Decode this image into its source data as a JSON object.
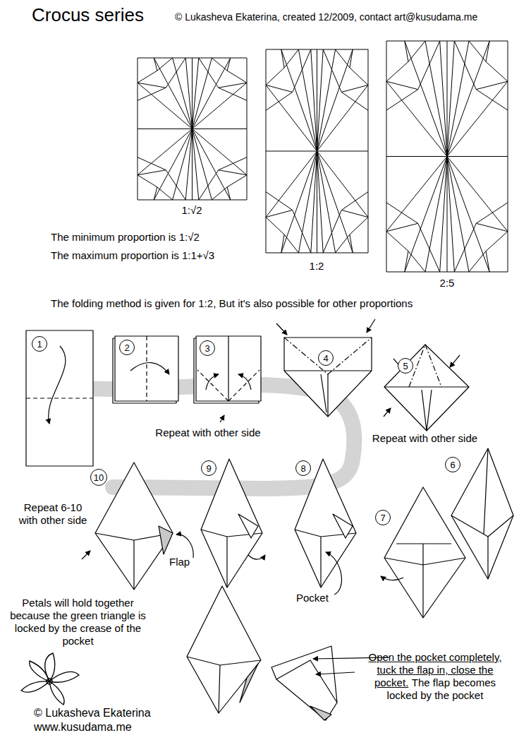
{
  "diagram": {
    "title": "Crocus series",
    "nodes": [
      {
        "text": [
          "1"
        ]
      },
      {
        "text": [
          "2"
        ]
      },
      {
        "text": [
          "3"
        ]
      },
      {
        "text": [
          "4"
        ]
      },
      {
        "text": [
          "5"
        ]
      },
      {
        "text": [
          "6"
        ]
      },
      {
        "text": [
          "7"
        ]
      },
      {
        "text": [
          "8"
        ]
      },
      {
        "text": [
          "9"
        ]
      },
      {
        "text": [
          "10"
        ]
      }
    ],
    "labels": [
      "© Lukasheva Ekaterina, created 12/2009, contact art@kusudama.me",
      "1:√2",
      "1:2",
      "2:5",
      "The minimum proportion is 1:√2",
      "The maximum proportion is 1:1+√3",
      "The folding method is given for 1:2, But it's also possible for other proportions",
      "Repeat with other side",
      "Repeat with other side",
      "Repeat 6-10 with other side",
      "Flap",
      "Pocket",
      "Petals will hold together because the green triangle is locked by the crease of the pocket",
      "Open the pocket completely, tuck the flap in, close the pocket.",
      "The flap becomes locked by the pocket",
      "© Lukasheva Ekaterina",
      "www.kusudama.me"
    ]
  }
}
